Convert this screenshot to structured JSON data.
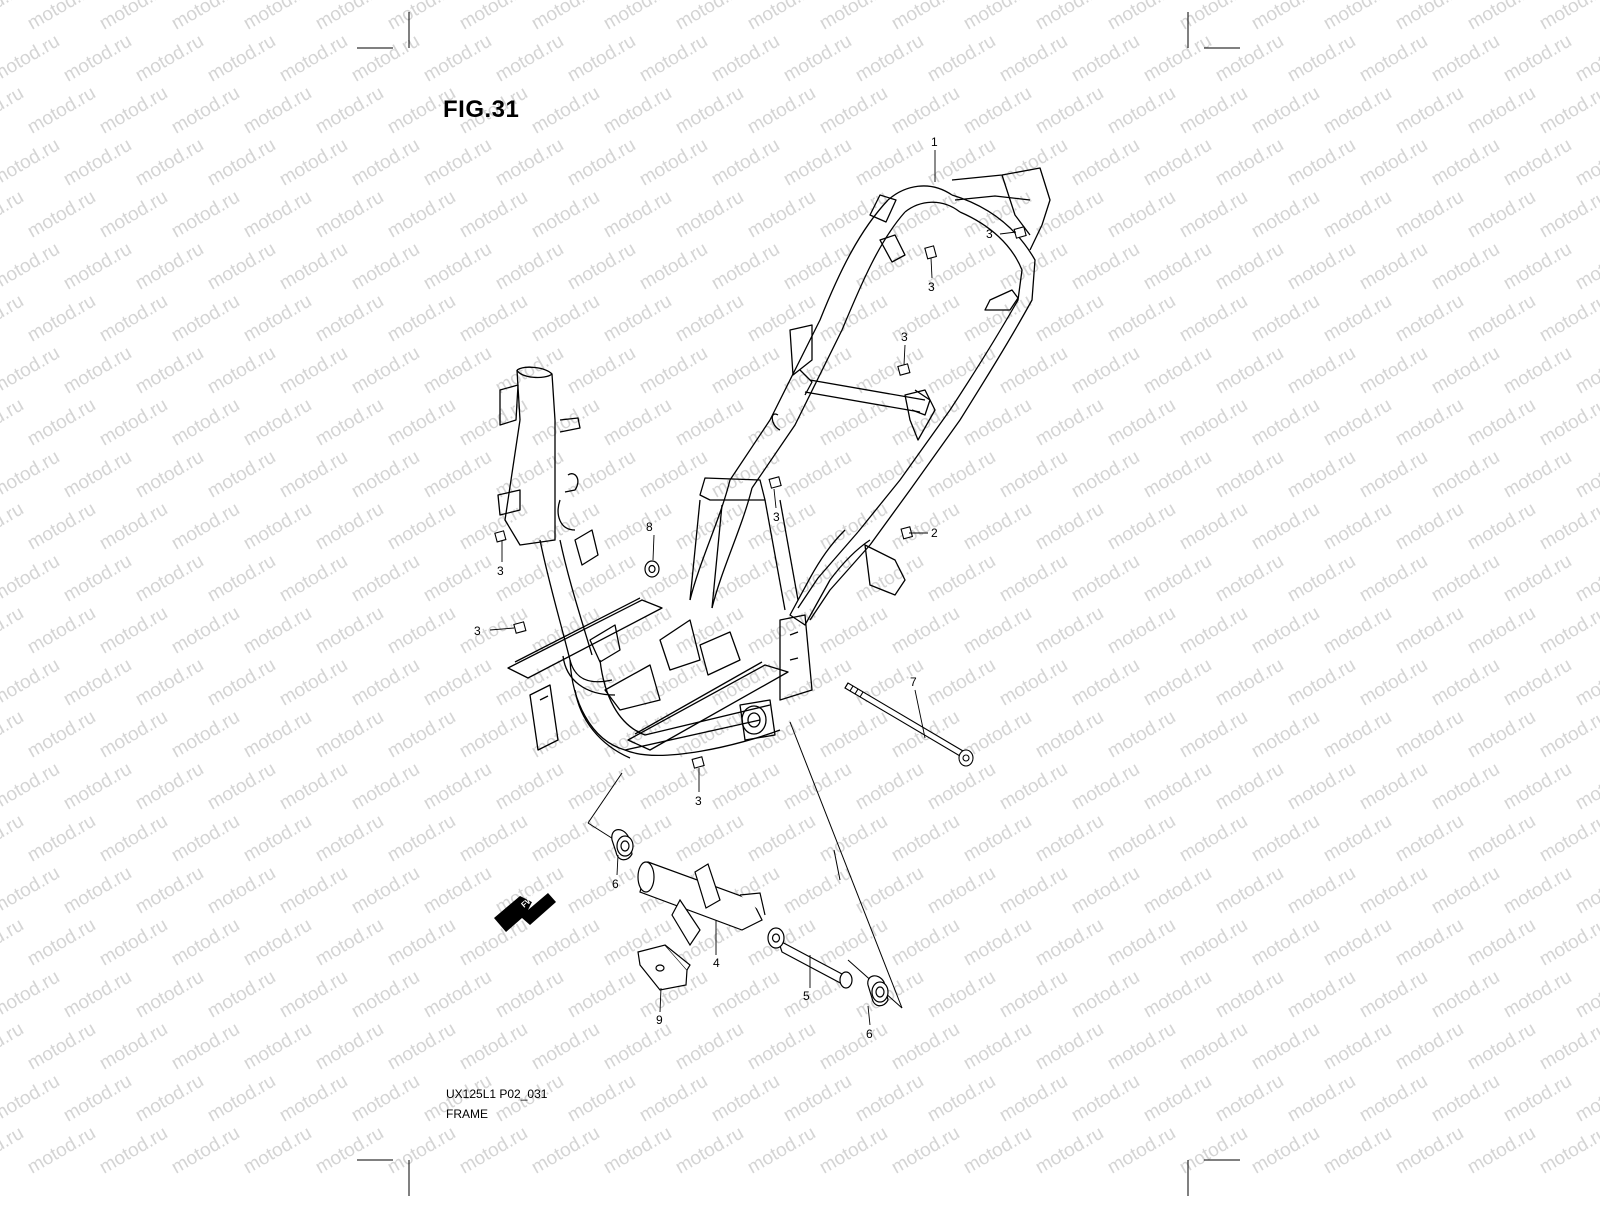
{
  "figure": {
    "title": "FIG.31",
    "reference_code": "UX125L1  P02_031",
    "caption": "FRAME"
  },
  "watermark": {
    "text": "motod.ru",
    "color": "#d4d4d4"
  },
  "direction_badge": {
    "text": "FWD"
  },
  "callouts": [
    {
      "id": "c1",
      "label": "1"
    },
    {
      "id": "c2",
      "label": "2"
    },
    {
      "id": "c3a",
      "label": "3"
    },
    {
      "id": "c3b",
      "label": "3"
    },
    {
      "id": "c3c",
      "label": "3"
    },
    {
      "id": "c3d",
      "label": "3"
    },
    {
      "id": "c3e",
      "label": "3"
    },
    {
      "id": "c3f",
      "label": "3"
    },
    {
      "id": "c3g",
      "label": "3"
    },
    {
      "id": "c4",
      "label": "4"
    },
    {
      "id": "c5",
      "label": "5"
    },
    {
      "id": "c6a",
      "label": "6"
    },
    {
      "id": "c6b",
      "label": "6"
    },
    {
      "id": "c7",
      "label": "7"
    },
    {
      "id": "c8",
      "label": "8"
    },
    {
      "id": "c9",
      "label": "9"
    }
  ]
}
